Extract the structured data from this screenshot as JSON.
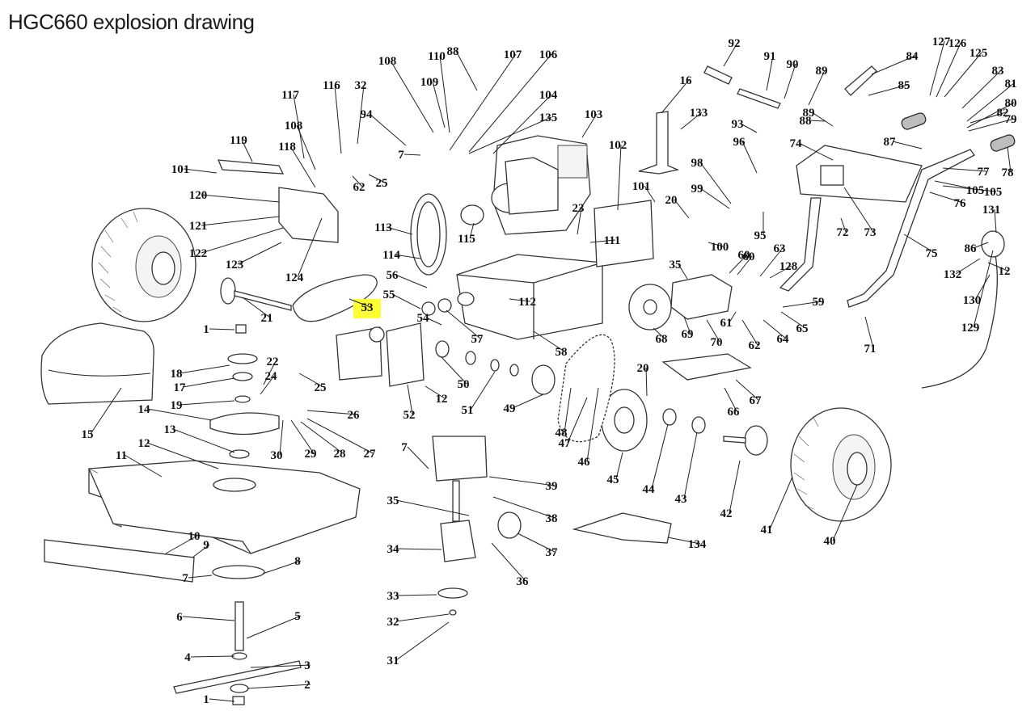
{
  "title": "HGC660 explosion drawing",
  "highlight": {
    "part": "53",
    "color": "#ffff33"
  },
  "colors": {
    "line": "#222222",
    "background": "#ffffff"
  },
  "callouts": [
    "1",
    "2",
    "3",
    "4",
    "5",
    "6",
    "7",
    "8",
    "9",
    "10",
    "11",
    "12",
    "13",
    "14",
    "15",
    "16",
    "17",
    "18",
    "19",
    "20",
    "21",
    "22",
    "23",
    "24",
    "25",
    "26",
    "27",
    "28",
    "29",
    "30",
    "31",
    "32",
    "33",
    "34",
    "35",
    "36",
    "37",
    "38",
    "39",
    "40",
    "41",
    "42",
    "43",
    "44",
    "45",
    "46",
    "47",
    "48",
    "49",
    "50",
    "51",
    "52",
    "53",
    "54",
    "55",
    "56",
    "57",
    "58",
    "59",
    "60",
    "61",
    "62",
    "63",
    "64",
    "65",
    "66",
    "67",
    "68",
    "69",
    "70",
    "71",
    "72",
    "73",
    "74",
    "75",
    "76",
    "77",
    "78",
    "79",
    "80",
    "81",
    "82",
    "83",
    "84",
    "85",
    "86",
    "87",
    "88",
    "89",
    "90",
    "91",
    "92",
    "93",
    "94",
    "95",
    "96",
    "98",
    "99",
    "100",
    "101",
    "102",
    "103",
    "104",
    "105",
    "106",
    "107",
    "108",
    "109",
    "110",
    "111",
    "112",
    "113",
    "114",
    "115",
    "116",
    "117",
    "118",
    "119",
    "120",
    "121",
    "122",
    "123",
    "124",
    "125",
    "126",
    "127",
    "128",
    "129",
    "130",
    "131",
    "132",
    "133",
    "134",
    "135",
    "12",
    "7",
    "1",
    "25",
    "62",
    "20",
    "101",
    "32",
    "108",
    "89",
    "60",
    "35",
    "7",
    "12",
    "105",
    "88"
  ]
}
